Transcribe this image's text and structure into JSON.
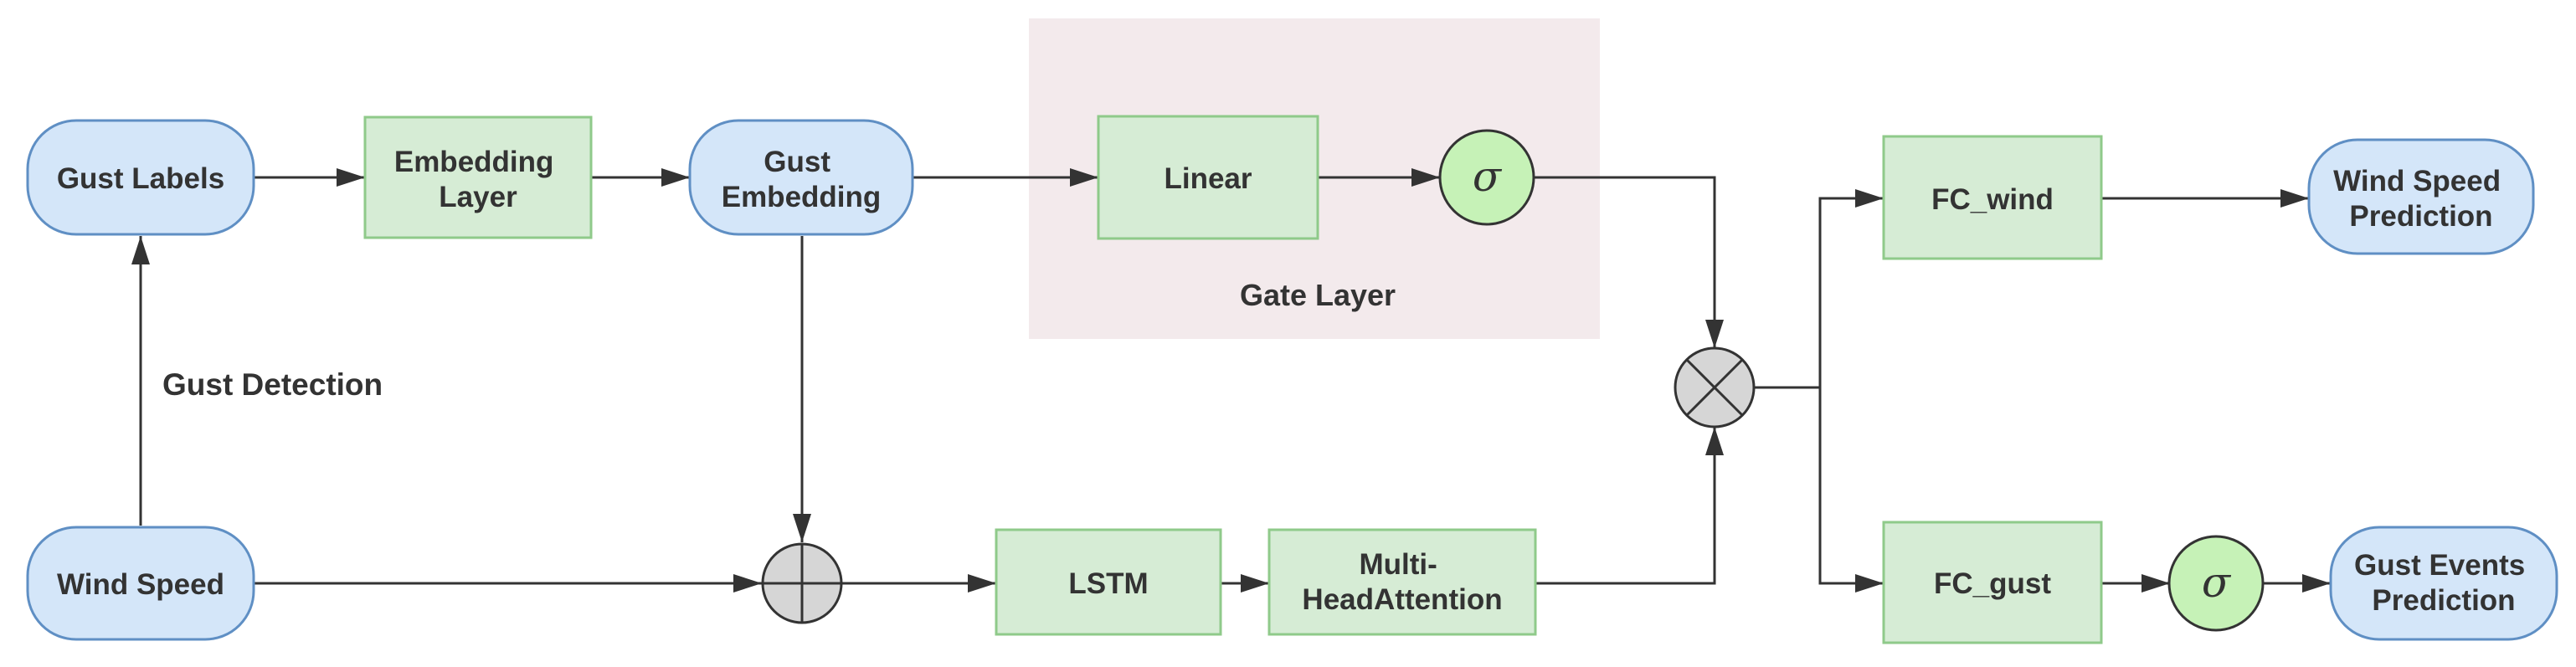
{
  "colors": {
    "blue_fill": "#d4e6f9",
    "blue_stroke": "#5f8fc4",
    "green_fill": "#d6ecd5",
    "green_stroke": "#8fca8a",
    "sigma_fill": "#c6f2b7",
    "operator_fill": "#d6d6d6",
    "gate_panel": "#f3eaec",
    "line": "#333333",
    "text": "#333333"
  },
  "nodes": {
    "gust_labels": {
      "lines": [
        "Gust Labels"
      ]
    },
    "embedding_layer": {
      "lines": [
        "Embedding",
        "Layer"
      ]
    },
    "gust_embedding": {
      "lines": [
        "Gust",
        "Embedding"
      ]
    },
    "linear": {
      "lines": [
        "Linear"
      ]
    },
    "sigma_gate": {
      "symbol": "σ"
    },
    "multiply": {
      "icon": "multiply-icon"
    },
    "fc_wind": {
      "lines": [
        "FC_wind"
      ]
    },
    "wind_speed_prediction": {
      "lines": [
        "Wind Speed",
        "Prediction"
      ]
    },
    "wind_speed": {
      "lines": [
        "Wind Speed"
      ]
    },
    "add": {
      "icon": "add-icon"
    },
    "lstm": {
      "lines": [
        "LSTM"
      ]
    },
    "multi_head_attention": {
      "lines": [
        "Multi-",
        "HeadAttention"
      ]
    },
    "fc_gust": {
      "lines": [
        "FC_gust"
      ]
    },
    "sigma_out": {
      "symbol": "σ"
    },
    "gust_events_prediction": {
      "lines": [
        "Gust Events",
        "Prediction"
      ]
    }
  },
  "groups": {
    "gate_layer": {
      "label": "Gate Layer"
    }
  },
  "edges": {
    "gust_detection": {
      "label": "Gust Detection"
    }
  }
}
